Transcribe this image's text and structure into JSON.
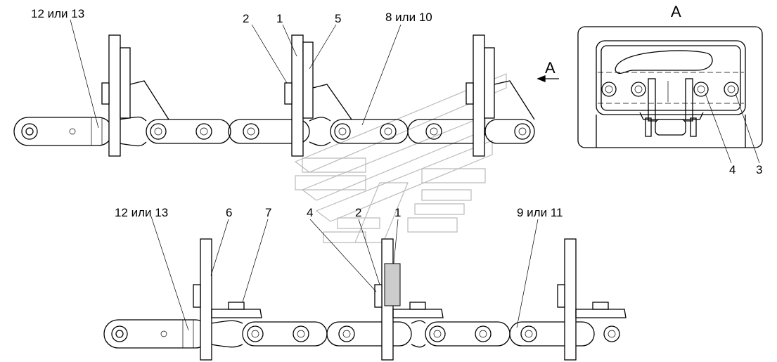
{
  "top_view": {
    "labels": {
      "l_12_13": "12 или 13",
      "l_2": "2",
      "l_1": "1",
      "l_5": "5",
      "l_8_10": "8 или 10",
      "l_A_arrow": "А"
    }
  },
  "section_a": {
    "title": "А",
    "labels": {
      "l_4": "4",
      "l_3": "3"
    }
  },
  "bottom_view": {
    "labels": {
      "l_12_13": "12 или 13",
      "l_6": "6",
      "l_7": "7",
      "l_4": "4",
      "l_2": "2",
      "l_1": "1",
      "l_9_11": "9 или 11"
    }
  }
}
